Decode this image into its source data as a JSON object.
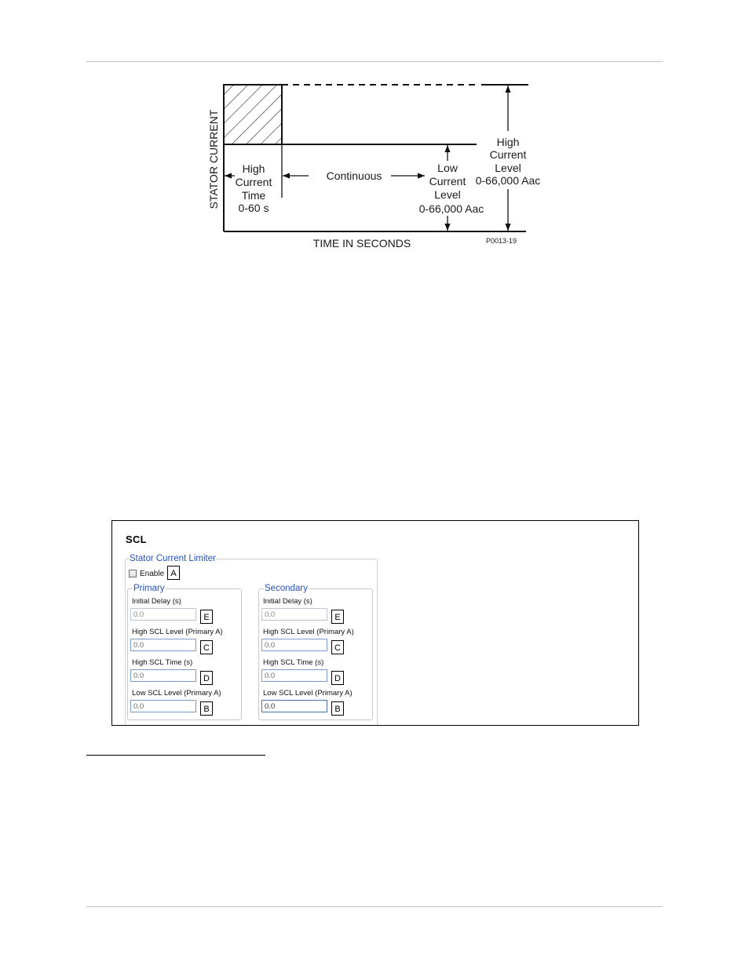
{
  "diagram": {
    "y_axis_label": "STATOR CURRENT",
    "x_axis_label": "TIME IN SECONDS",
    "high_current_time_lines": [
      "High",
      "Current",
      "Time",
      "0-60 s"
    ],
    "continuous_label": "Continuous",
    "low_current_level_lines": [
      "Low",
      "Current",
      "Level",
      "0-66,000 Aac"
    ],
    "high_current_level_lines": [
      "High",
      "Current",
      "Level",
      "0-66,000 Aac"
    ],
    "figure_id": "P0013-19"
  },
  "scl_panel": {
    "title": "SCL",
    "group_legend": "Stator Current Limiter",
    "enable_label": "Enable",
    "enable_checked": false,
    "enable_callout": "A",
    "primary": {
      "legend": "Primary",
      "fields": [
        {
          "label": "Initial Delay (s)",
          "value": "0.0",
          "callout": "E"
        },
        {
          "label": "High SCL Level (Primary A)",
          "value": "0.0",
          "callout": "C"
        },
        {
          "label": "High SCL Time (s)",
          "value": "0.0",
          "callout": "D"
        },
        {
          "label": "Low SCL Level (Primary A)",
          "value": "0.0",
          "callout": "B"
        }
      ]
    },
    "secondary": {
      "legend": "Secondary",
      "fields": [
        {
          "label": "Initial Delay (s)",
          "value": "0.0",
          "callout": "E"
        },
        {
          "label": "High SCL Level (Primary A)",
          "value": "0.0",
          "callout": "C"
        },
        {
          "label": "High SCL Time (s)",
          "value": "0.0",
          "callout": "D"
        },
        {
          "label": "Low SCL Level (Primary A)",
          "value": "0.0",
          "callout": "B"
        }
      ]
    }
  }
}
